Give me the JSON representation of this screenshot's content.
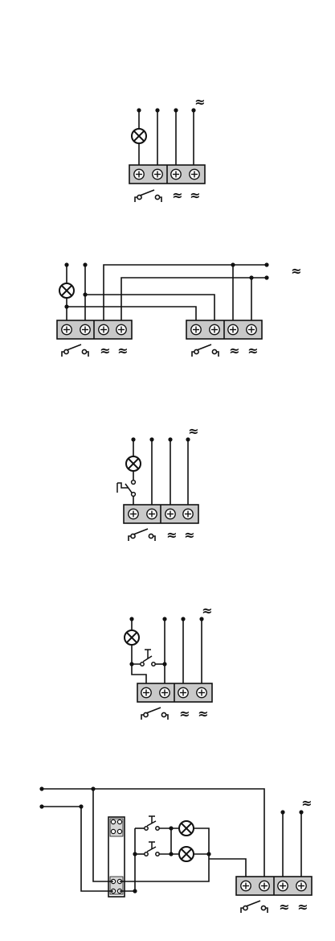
{
  "symbols": {
    "ac": "≈",
    "switch_contact": "switch-contact-icon",
    "lamp": "lamp-icon",
    "terminal": "terminal-screw-icon",
    "pushbutton": "pushbutton-icon",
    "relay": "relay-icon"
  },
  "colors": {
    "ink": "#111111",
    "terminal_fill": "#c9c9c9",
    "background": "#ffffff"
  },
  "diagrams": [
    {
      "id": "single-module",
      "terminals": 4,
      "labels": [
        "≈",
        "≈"
      ],
      "supply_label": "≈"
    },
    {
      "id": "two-modules",
      "terminals": 8,
      "labels": [
        "≈",
        "≈",
        "≈",
        "≈"
      ],
      "supply_label": "≈"
    },
    {
      "id": "module-with-switch",
      "terminals": 4,
      "labels": [
        "≈",
        "≈"
      ],
      "supply_label": "≈"
    },
    {
      "id": "module-with-pushbutton",
      "terminals": 4,
      "labels": [
        "≈",
        "≈"
      ],
      "supply_label": "≈"
    },
    {
      "id": "module-with-relay",
      "terminals": 4,
      "labels": [
        "≈",
        "≈"
      ],
      "supply_label": "≈"
    }
  ]
}
